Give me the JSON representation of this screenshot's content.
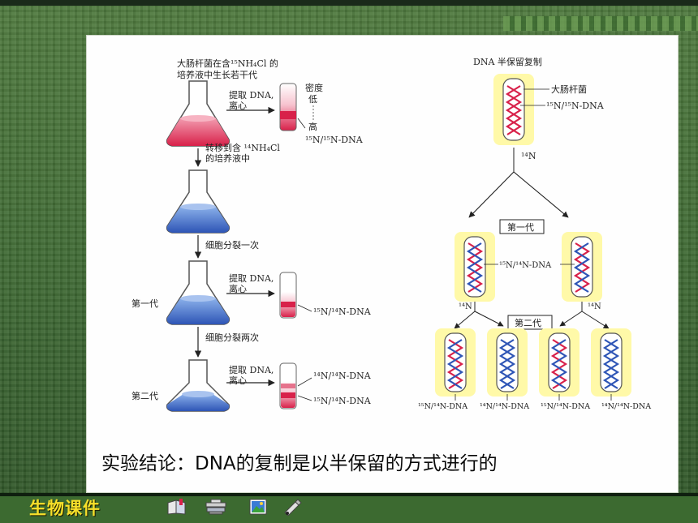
{
  "left": {
    "intro": [
      "大肠杆菌在含¹⁵NH₄Cl 的",
      "培养液中生长若干代"
    ],
    "extract_label": [
      "提取 DNA,",
      "离心"
    ],
    "density_label": [
      "密度",
      "低",
      "高"
    ],
    "heavy_dna": "¹⁵N/¹⁵N-DNA",
    "transfer": [
      "转移到含 ¹⁴NH₄Cl",
      "的培养液中"
    ],
    "divide_once": "细胞分裂一次",
    "gen1": "第一代",
    "hybrid_dna": "¹⁵N/¹⁴N-DNA",
    "divide_twice": "细胞分裂两次",
    "gen2": "第二代",
    "light_dna": "¹⁴N/¹⁴N-DNA"
  },
  "right": {
    "title": "DNA 半保留复制",
    "ecoli": "大肠杆菌",
    "parent_dna": "¹⁵N/¹⁵N-DNA",
    "n14": "¹⁴N",
    "gen1": "第一代",
    "hybrid_dna": "¹⁵N/¹⁴N-DNA",
    "gen2": "第二代",
    "bottom_labels": [
      "¹⁵N/¹⁴N-DNA",
      "¹⁴N/¹⁴N-DNA",
      "¹⁵N/¹⁴N-DNA",
      "¹⁴N/¹⁴N-DNA"
    ]
  },
  "conclusion": "实验结论：DNA的复制是以半保留的方式进行的",
  "footer": {
    "course_title": "生物课件",
    "icons": [
      "book-icon",
      "books-icon",
      "picture-icon",
      "pencil-icon"
    ]
  },
  "colors": {
    "red": "#d8214a",
    "blue": "#2e55b6",
    "pink": "#ef8fa5",
    "halo": "#fff9a8"
  }
}
